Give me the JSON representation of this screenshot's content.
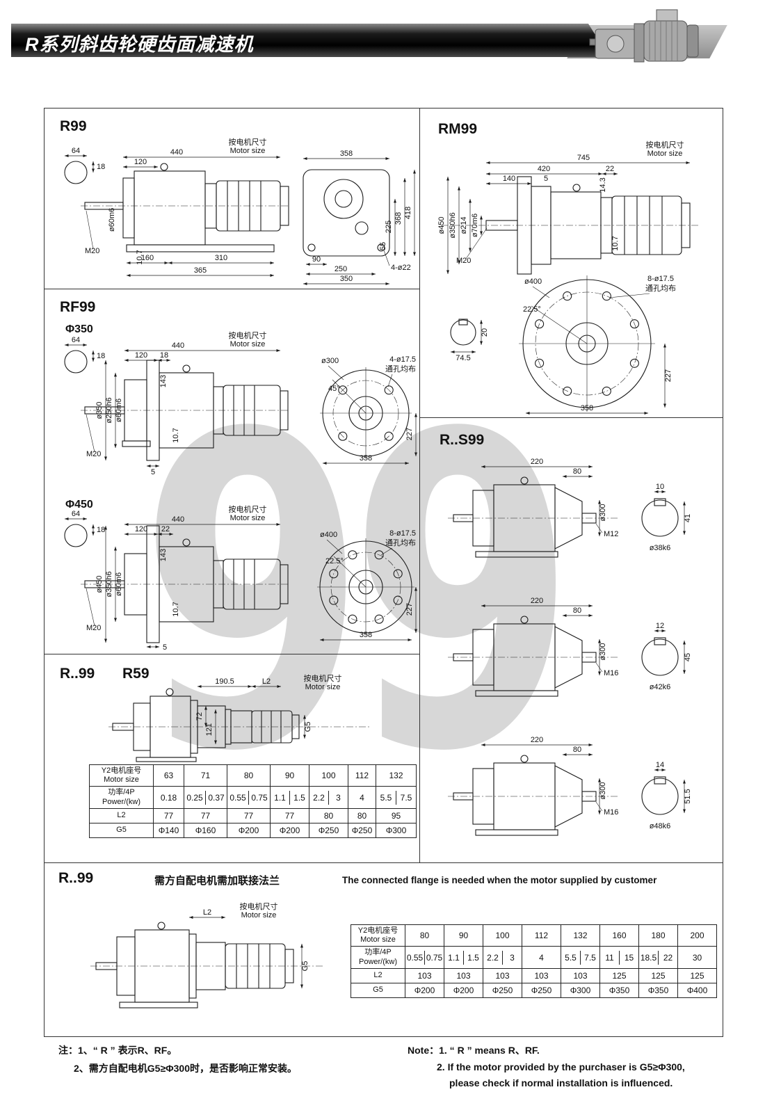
{
  "page": {
    "header_title": "R系列斜齿轮硬齿面减速机",
    "watermark": "99"
  },
  "common": {
    "motor_size_cn": "按电机尺寸",
    "motor_size_en": "Motor size",
    "holes_even_cn": "通孔均布"
  },
  "r99": {
    "title": "R99",
    "d64": "64",
    "d18": "18",
    "d440": "440",
    "d120": "120",
    "shaft_dia": "ø60m6",
    "d10_7": "10.7",
    "m20": "M20",
    "d160": "160",
    "d310": "310",
    "d365": "365",
    "d358": "358",
    "d418": "418",
    "d368": "368",
    "d225": "225",
    "d55": "55",
    "d90": "90",
    "d250": "250",
    "d350": "350",
    "holes": "4-ø22"
  },
  "rm99": {
    "title": "RM99",
    "d745": "745",
    "d420": "420",
    "d22": "22",
    "d140": "140",
    "d5": "5",
    "o450": "ø450",
    "o350h6": "ø350h6",
    "o214": "ø214",
    "o70m6": "ø70m6",
    "d14_3": "14.3",
    "d10_7": "10.7",
    "m20": "M20",
    "o400": "ø400",
    "holes": "8-ø17.5",
    "angle": "22.5°",
    "d227": "227",
    "d358": "358",
    "d74_5": "74.5",
    "d20": "20"
  },
  "rf99": {
    "title": "RF99",
    "f350": {
      "sub": "Φ350",
      "d64": "64",
      "d18a": "18",
      "d440": "440",
      "d120": "120",
      "d18b": "18",
      "o350": "ø350",
      "o250h6": "ø250h6",
      "o60m6": "ø60m6",
      "d143": "143",
      "d10_7": "10.7",
      "m20": "M20",
      "d5": "5",
      "o300": "ø300",
      "holes": "4-ø17.5",
      "angle": "45°",
      "d227": "227",
      "d358": "358"
    },
    "f450": {
      "sub": "Φ450",
      "d64": "64",
      "d18": "18",
      "d440": "440",
      "d120": "120",
      "d22": "22",
      "o450": "ø450",
      "o350h6": "ø350h6",
      "o60m6": "ø60m6",
      "d143": "143",
      "d10_7": "10.7",
      "m20": "M20",
      "d5": "5",
      "o400": "ø400",
      "holes": "8-ø17.5",
      "angle": "22.5°",
      "d227": "227",
      "d358": "358"
    }
  },
  "rs99": {
    "title": "R..S99",
    "rows": [
      {
        "d220": "220",
        "d80": "80",
        "o300": "ø300",
        "thread": "M12",
        "k1": "10",
        "k2": "41",
        "shaft": "ø38k6"
      },
      {
        "d220": "220",
        "d80": "80",
        "o300": "ø300",
        "thread": "M16",
        "k1": "12",
        "k2": "45",
        "shaft": "ø42k6"
      },
      {
        "d220": "220",
        "d80": "80",
        "o300": "ø300",
        "thread": "M16",
        "k1": "14",
        "k2": "51.5",
        "shaft": "ø48k6"
      }
    ]
  },
  "r59": {
    "title_a": "R..99",
    "title_b": "R59",
    "d190_5": "190.5",
    "l2": "L2",
    "d72": "72",
    "d121": "121",
    "g5": "G5",
    "table": {
      "h_motor_cn": "Y2电机座号",
      "h_motor_en": "Motor size",
      "h_power_cn": "功率/4P",
      "h_power_en": "Power/(kw)",
      "h_l2": "L2",
      "h_g5": "G5",
      "sizes": [
        "63",
        "71",
        "80",
        "90",
        "100",
        "112",
        "132"
      ],
      "powers": [
        [
          "0.18"
        ],
        [
          "0.25",
          "0.37"
        ],
        [
          "0.55",
          "0.75"
        ],
        [
          "1.1",
          "1.5"
        ],
        [
          "2.2",
          "3"
        ],
        [
          "4"
        ],
        [
          "5.5",
          "7.5"
        ]
      ],
      "l2": [
        "77",
        "77",
        "77",
        "77",
        "80",
        "80",
        "95"
      ],
      "g5": [
        "Φ140",
        "Φ160",
        "Φ200",
        "Φ200",
        "Φ250",
        "Φ250",
        "Φ300"
      ]
    }
  },
  "rflange": {
    "title": "R..99",
    "note_cn": "需方自配电机需加联接法兰",
    "note_en": "The connected flange is needed when the motor supplied by customer",
    "l2": "L2",
    "g5": "G5",
    "table": {
      "h_motor_cn": "Y2电机座号",
      "h_motor_en": "Motor size",
      "h_power_cn": "功率/4P",
      "h_power_en": "Power/(kw)",
      "h_l2": "L2",
      "h_g5": "G5",
      "sizes": [
        "80",
        "90",
        "100",
        "112",
        "132",
        "160",
        "180",
        "200"
      ],
      "powers": [
        [
          "0.55",
          "0.75"
        ],
        [
          "1.1",
          "1.5"
        ],
        [
          "2.2",
          "3"
        ],
        [
          "4"
        ],
        [
          "5.5",
          "7.5"
        ],
        [
          "11",
          "15"
        ],
        [
          "18.5",
          "22"
        ],
        [
          "30"
        ]
      ],
      "l2": [
        "103",
        "103",
        "103",
        "103",
        "103",
        "125",
        "125",
        "125"
      ],
      "g5": [
        "Φ200",
        "Φ200",
        "Φ250",
        "Φ250",
        "Φ300",
        "Φ350",
        "Φ350",
        "Φ400"
      ]
    }
  },
  "notes": {
    "cn1": "注：1、“ R ” 表示R、RF。",
    "cn2": "2、需方自配电机G5≥Φ300时，是否影响正常安装。",
    "en1": "Note：1. “ R ”  means  R、RF.",
    "en2": "2. If the motor provided by the purchaser is G5≥Φ300,",
    "en3": "please check if normal installation is influenced."
  }
}
